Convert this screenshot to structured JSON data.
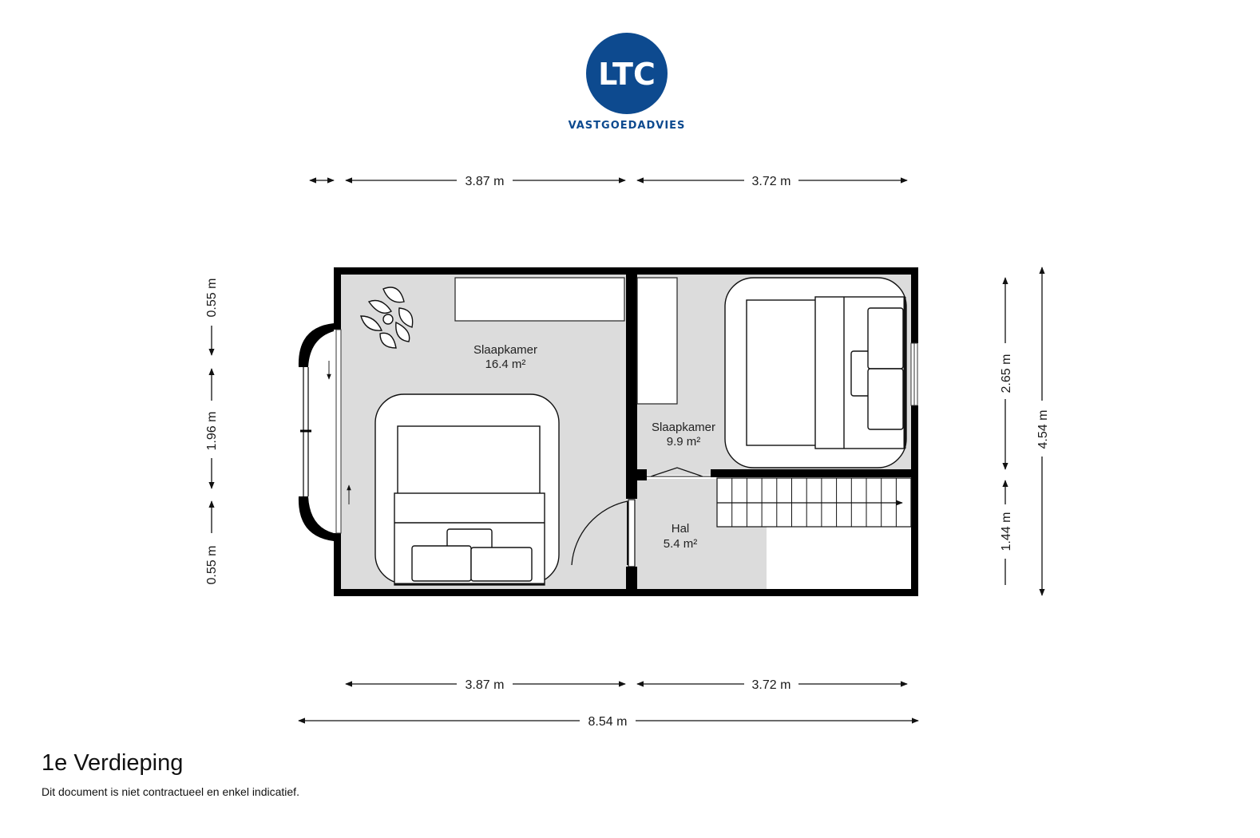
{
  "logo": {
    "initials": "LTC",
    "tagline": "VASTGOEDADVIES",
    "color": "#0d4a8f"
  },
  "floor": {
    "title": "1e Verdieping",
    "disclaimer": "Dit document is niet contractueel en enkel indicatief."
  },
  "rooms": [
    {
      "name": "Slaapkamer",
      "area": "16.4 m²"
    },
    {
      "name": "Slaapkamer",
      "area": "9.9 m²"
    },
    {
      "name": "Hal",
      "area": "5.4 m²"
    }
  ],
  "dimensions": {
    "top": [
      "3.87 m",
      "3.72 m"
    ],
    "bottom": [
      "3.87 m",
      "3.72 m"
    ],
    "total_width": "8.54 m",
    "left": [
      "0.55 m",
      "1.96 m",
      "0.55 m"
    ],
    "right_inner": [
      "2.65 m",
      "1.44 m"
    ],
    "right_total": "4.54 m"
  },
  "colors": {
    "wall": "#000000",
    "floor": "#dcdcdc",
    "room_fill": "#ffffff"
  }
}
